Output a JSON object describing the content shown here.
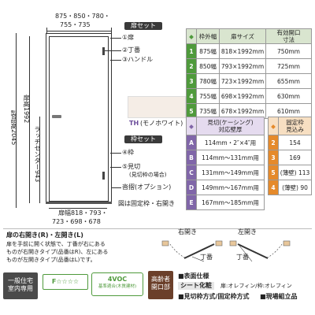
{
  "dims": {
    "top_width_line1": "875・850・780・",
    "top_width_line2": "755・735",
    "product_height": "製品高2045",
    "door_height": "扉高1992",
    "latch_center": "ラッチセンター943",
    "door_width_line1": "扉幅818・793・",
    "door_width_line2": "723・698・678"
  },
  "door_set": {
    "title": "扉セット",
    "items": [
      "①扉",
      "②丁番",
      "③ハンドル"
    ]
  },
  "frame_set": {
    "title": "枠セット",
    "items": [
      "④枠",
      "⑤見切",
      "(見切枠の場合)",
      "沓摺(オプション)"
    ]
  },
  "color_sample": {
    "label": "TH",
    "name": "(モノホワイト)",
    "color": "#f5ede6"
  },
  "figure_note": "図は固定枠・右開き",
  "size_table": {
    "headers": [
      "枠外幅",
      "扉サイズ",
      "有効開口\n寸法"
    ],
    "rows": [
      {
        "no": "1",
        "frame": "875幅",
        "door": "818×1992mm",
        "open": "750mm"
      },
      {
        "no": "2",
        "frame": "850幅",
        "door": "793×1992mm",
        "open": "725mm"
      },
      {
        "no": "3",
        "frame": "780幅",
        "door": "723×1992mm",
        "open": "655mm"
      },
      {
        "no": "4",
        "frame": "755幅",
        "door": "698×1992mm",
        "open": "630mm"
      },
      {
        "no": "5",
        "frame": "735幅",
        "door": "678×1992mm",
        "open": "610mm"
      }
    ]
  },
  "casing_table": {
    "header_line1": "見切(ケーシング)",
    "header_line2": "対応壁厚",
    "rows": [
      {
        "key": "A",
        "value": "114mm・2″×4″用"
      },
      {
        "key": "B",
        "value": "114mm〜131mm用"
      },
      {
        "key": "C",
        "value": "131mm〜149mm用"
      },
      {
        "key": "D",
        "value": "149mm〜167mm用"
      },
      {
        "key": "E",
        "value": "167mm〜185mm用"
      }
    ]
  },
  "fixed_frame_table": {
    "header_line1": "固定枠",
    "header_line2": "見込み",
    "rows": [
      {
        "key": "2",
        "value": "154"
      },
      {
        "key": "3",
        "value": "169"
      },
      {
        "key": "5",
        "value": "(薄壁) 113"
      },
      {
        "key": "4",
        "value": "(薄壁) 90"
      }
    ]
  },
  "opening": {
    "title": "扉の右開き(R)・左開き(L)",
    "line1": "扉を手前に開く状態で、丁番が右にある",
    "line2": "ものが右開きタイプ(品番はR)、左にある",
    "line3": "ものが左開きタイプ(品番はL)です。",
    "right_label": "右開き",
    "left_label": "左開き",
    "hinge_label": "丁番"
  },
  "badges": {
    "housing_line1": "一般住宅",
    "housing_line2": "室内専用",
    "f_star": "F☆☆☆☆",
    "voc": "4VOC",
    "voc_sub": "基準適合(木質建材)",
    "elderly_line1": "高齢者",
    "elderly_line2": "開口部"
  },
  "surface": {
    "title": "■表面仕様",
    "sheet_label": "シート化粧",
    "sheet_value": "扉:オレフィン/枠:オレフィン",
    "method": "■見切枠方式/固定枠方式",
    "assembly": "■現場組立品"
  }
}
